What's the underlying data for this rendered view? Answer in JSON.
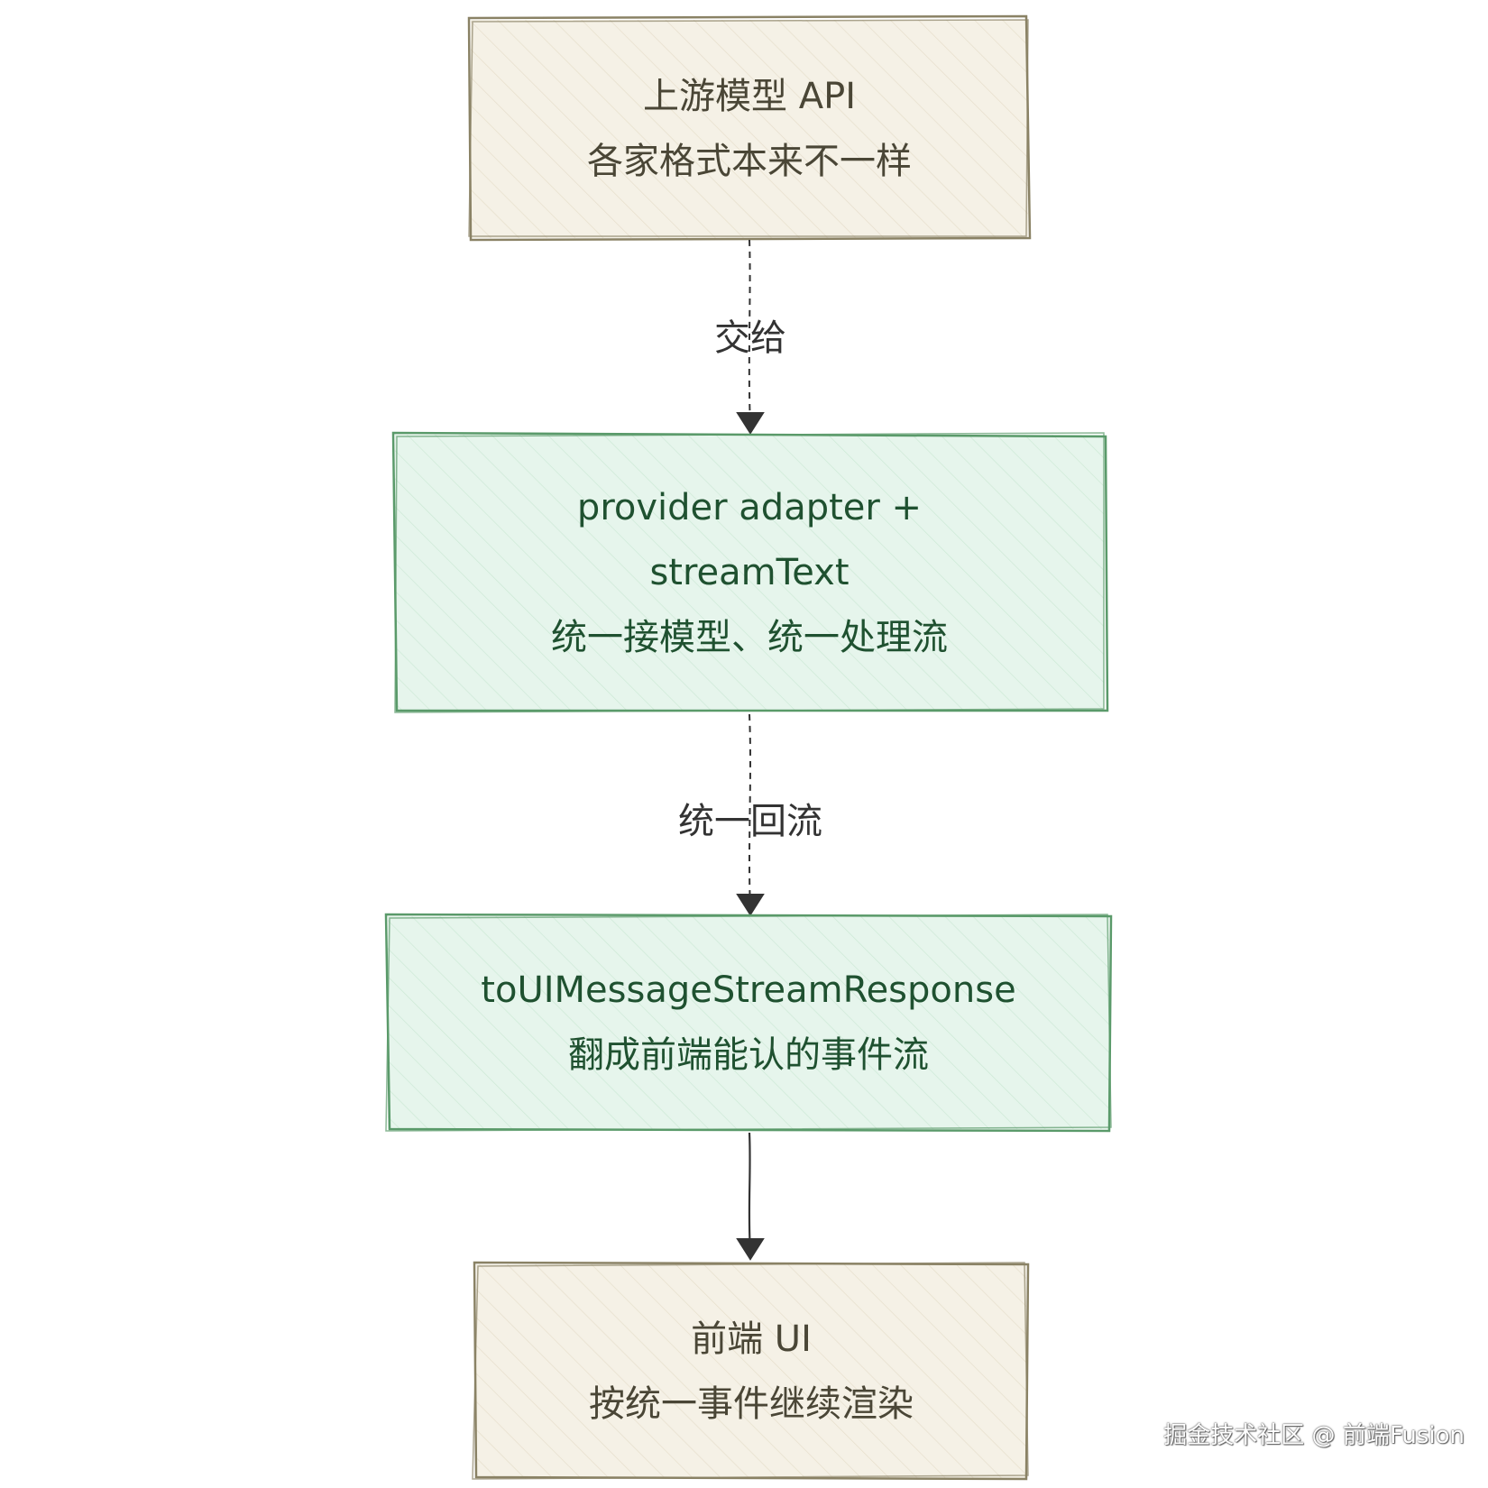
{
  "nodes": {
    "upstream": {
      "line1": "上游模型 API",
      "line2": "各家格式本来不一样"
    },
    "provider": {
      "line1": "provider adapter +",
      "line2": "streamText",
      "line3": "统一接模型、统一处理流"
    },
    "to_ui": {
      "line1": "toUIMessageStreamResponse",
      "line2": "翻成前端能认的事件流"
    },
    "frontend": {
      "line1": "前端 UI",
      "line2": "按统一事件继续渲染"
    }
  },
  "edges": {
    "upstream_to_provider": {
      "label": "交给"
    },
    "provider_to_to_ui": {
      "label": "统一回流"
    }
  },
  "watermark": "掘金技术社区 @ 前端Fusion",
  "colors": {
    "tan_fill": "#f5f1e6",
    "tan_stroke": "#8a8265",
    "green_fill": "#e6f5ec",
    "green_stroke": "#5a9a6a",
    "arrow": "#333333"
  }
}
